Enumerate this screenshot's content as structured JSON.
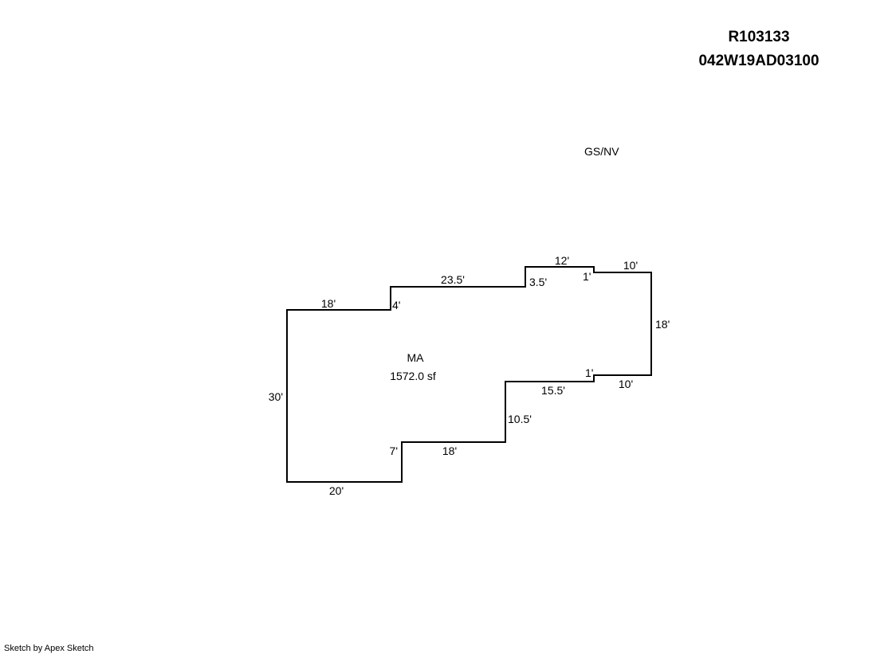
{
  "header": {
    "record_id": "R103133",
    "parcel_id": "042W19AD03100"
  },
  "zone_label": "GS/NV",
  "area": {
    "code": "MA",
    "size": "1572.0 sf"
  },
  "dimensions": {
    "top_left": "18'",
    "step_up_left": "4'",
    "top_middle": "23.5'",
    "step_up_middle": "3.5'",
    "top_right_inner": "12'",
    "notch_top": "1'",
    "top_right": "10'",
    "right_side": "18'",
    "notch_bottom": "1'",
    "bottom_right": "10'",
    "bottom_right_inner": "15.5'",
    "step_down_right": "10.5'",
    "bottom_middle": "18'",
    "step_down_left": "7'",
    "bottom_left": "20'",
    "left_side": "30'"
  },
  "footer": {
    "credit": "Sketch by Apex Sketch"
  }
}
